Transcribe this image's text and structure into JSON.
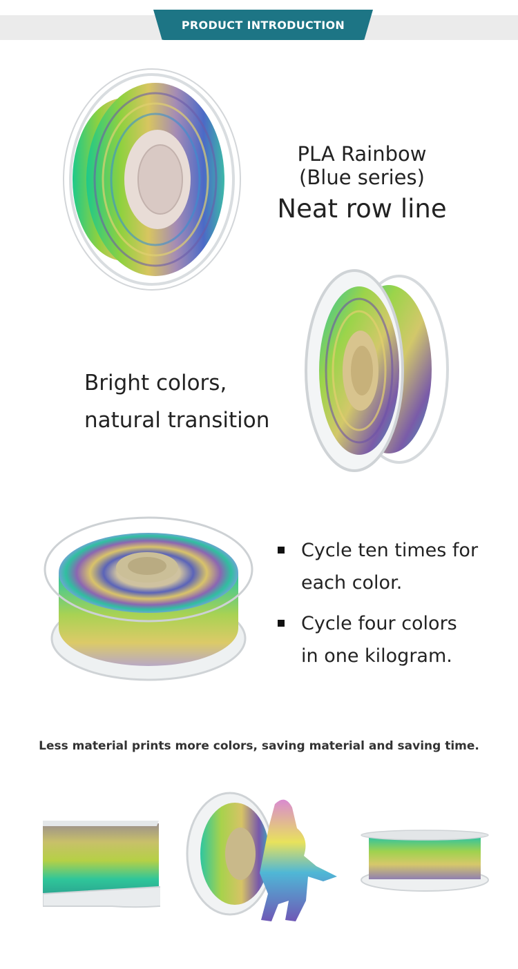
{
  "header": {
    "label": "PRODUCT INTRODUCTION"
  },
  "headline": {
    "product_name": "PLA Rainbow",
    "series": "(Blue series)",
    "feature": "Neat row line"
  },
  "feature_two": {
    "line1": "Bright colors,",
    "line2": "natural transition"
  },
  "bullets": [
    {
      "line1": "Cycle ten times for",
      "line2": "each color."
    },
    {
      "line1": "Cycle four colors",
      "line2": "in one kilogram."
    }
  ],
  "tagline": "Less material prints more colors, saving material and saving time.",
  "colors": {
    "banner": "#1d7585",
    "strip": "#ebebeb"
  }
}
